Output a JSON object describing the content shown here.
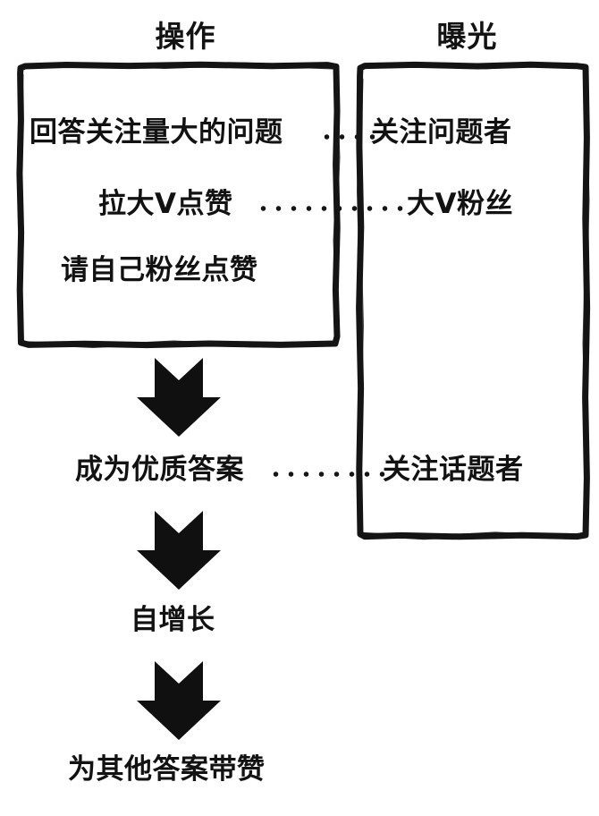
{
  "diagram": {
    "columns": [
      {
        "id": "operation",
        "label": "操作"
      },
      {
        "id": "exposure",
        "label": "曝光"
      }
    ],
    "operation_items": [
      {
        "id": "answer-hot-question",
        "label": "回答关注量大的问题"
      },
      {
        "id": "big-v-like",
        "label": "拉大V点赞"
      },
      {
        "id": "own-fans-like",
        "label": "请自己粉丝点赞"
      }
    ],
    "exposure_items": [
      {
        "id": "question-followers",
        "label": "关注问题者"
      },
      {
        "id": "big-v-fans",
        "label": "大V粉丝"
      },
      {
        "id": "topic-followers",
        "label": "关注话题者"
      }
    ],
    "flow_items": [
      {
        "id": "quality-answer",
        "label": "成为优质答案"
      },
      {
        "id": "self-growth",
        "label": "自增长"
      },
      {
        "id": "boost-others",
        "label": "为其他答案带赞"
      }
    ],
    "connectors": [
      {
        "id": "answer-hot-to-question-followers",
        "style": "dotted"
      },
      {
        "id": "big-v-like-to-big-v-fans",
        "style": "dotted"
      },
      {
        "id": "quality-answer-to-topic-followers",
        "style": "dotted"
      }
    ],
    "arrows": [
      {
        "id": "arrow-operation-to-quality-answer",
        "direction": "down"
      },
      {
        "id": "arrow-quality-answer-to-growth",
        "direction": "down"
      },
      {
        "id": "arrow-growth-to-boost-others",
        "direction": "down"
      }
    ],
    "colors": {
      "ink": "#121212",
      "background": "#ffffff"
    }
  }
}
